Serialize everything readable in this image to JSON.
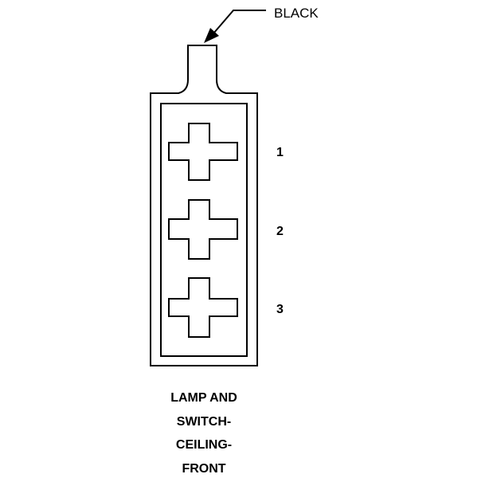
{
  "wire": {
    "color_label": "BLACK"
  },
  "pins": [
    {
      "number": "1"
    },
    {
      "number": "2"
    },
    {
      "number": "3"
    }
  ],
  "caption": {
    "lines": [
      "LAMP AND",
      "SWITCH-",
      "CEILING-",
      "FRONT"
    ]
  },
  "colors": {
    "stroke": "#000000",
    "background": "#ffffff"
  }
}
